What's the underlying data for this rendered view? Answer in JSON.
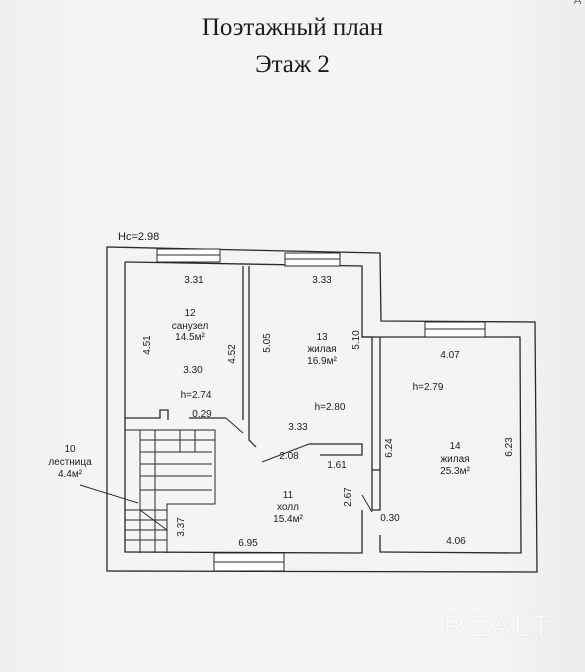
{
  "header": {
    "title": "Поэтажный план",
    "subtitle": "Этаж 2",
    "corner": "Д"
  },
  "plan": {
    "wall_height": "Нс=2.98",
    "rooms": [
      {
        "number": "12",
        "name": "санузел",
        "area": "14.5м²",
        "ceiling": "h=2.74"
      },
      {
        "number": "13",
        "name": "жилая",
        "area": "16.9м²",
        "ceiling": "h=2.80"
      },
      {
        "number": "14",
        "name": "жилая",
        "area": "25.3м²",
        "ceiling": "h=2.79"
      },
      {
        "number": "11",
        "name": "холл",
        "area": "15.4м²"
      },
      {
        "number": "10",
        "name": "лестница",
        "area": "4.4м²"
      }
    ],
    "dimensions": [
      "3.31",
      "3.33",
      "4.51",
      "4.52",
      "5.05",
      "5.10",
      "3.30",
      "0.29",
      "3.33",
      "2.08",
      "1.61",
      "4.07",
      "6.24",
      "6.23",
      "4.06",
      "2.67",
      "0.30",
      "3.37",
      "6.95"
    ]
  },
  "watermark": "REALT"
}
